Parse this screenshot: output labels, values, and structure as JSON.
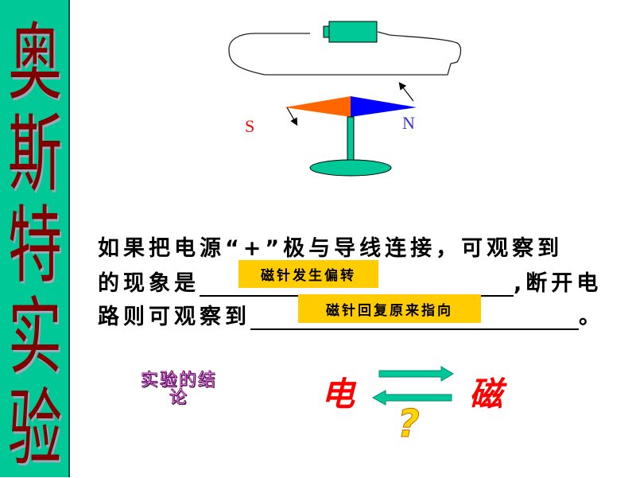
{
  "sidebar": {
    "title_chars": [
      "奥",
      "斯",
      "特",
      "实",
      "验"
    ]
  },
  "diagram": {
    "south_label": "S",
    "north_label": "N",
    "colors": {
      "battery": "#00C896",
      "needle_south": "#FF6600",
      "needle_north": "#0000FF",
      "south_text": "#FF0000",
      "north_text": "#3333CC"
    }
  },
  "question": {
    "line1": "如果把电源“+”极与导线连接，可观察到",
    "line2_prefix": "的现象是",
    "line2_suffix": ",断开电",
    "line3_prefix": "路则可观察到",
    "line3_suffix": "。",
    "answer1": "磁针发生偏转",
    "answer2": "磁针回复原来指向"
  },
  "conclusion": {
    "label_line1": "实验的结",
    "label_line2": "论",
    "left": "电",
    "right": "磁",
    "question_mark": "?"
  }
}
